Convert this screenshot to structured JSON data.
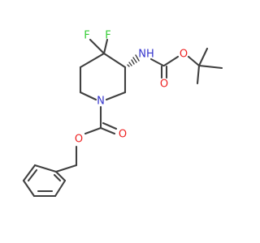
{
  "molecule": {
    "atoms": {
      "f1": {
        "symbol": "F"
      },
      "f2": {
        "symbol": "F"
      },
      "n_amide": {
        "symbol": "NH"
      },
      "n_ring": {
        "symbol": "N"
      },
      "o_carbonyl_boc": {
        "symbol": "O"
      },
      "o_ether_boc": {
        "symbol": "O"
      },
      "o_carbonyl_cbz": {
        "symbol": "O"
      },
      "o_ether_cbz": {
        "symbol": "O"
      }
    },
    "colors": {
      "carbon_bond": "#404040",
      "fluorine": "#33cc33",
      "nitrogen": "#3333cc",
      "oxygen": "#ee2222"
    }
  }
}
